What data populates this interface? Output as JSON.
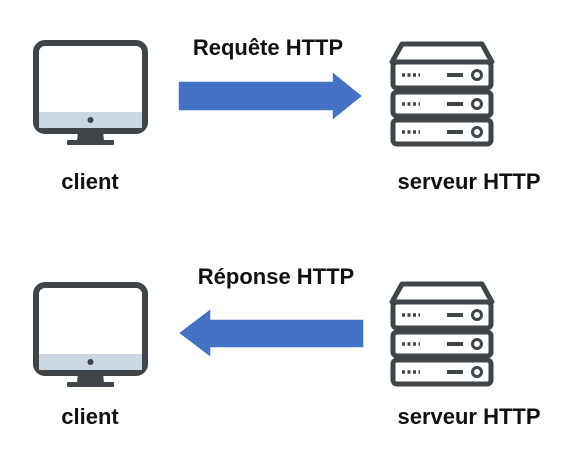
{
  "colors": {
    "arrow": "#4472C4",
    "icon_dark": "#3F4548",
    "screen_stripe": "#C9D8E3",
    "server_light": "#FFFFFF"
  },
  "request": {
    "label": "Requête HTTP",
    "client_label": "client",
    "server_label": "serveur HTTP",
    "client_icon": "monitor-icon",
    "server_icon": "server-rack-icon",
    "arrow_direction": "right"
  },
  "response": {
    "label": "Réponse HTTP",
    "client_label": "client",
    "server_label": "serveur HTTP",
    "client_icon": "monitor-icon",
    "server_icon": "server-rack-icon",
    "arrow_direction": "left"
  }
}
